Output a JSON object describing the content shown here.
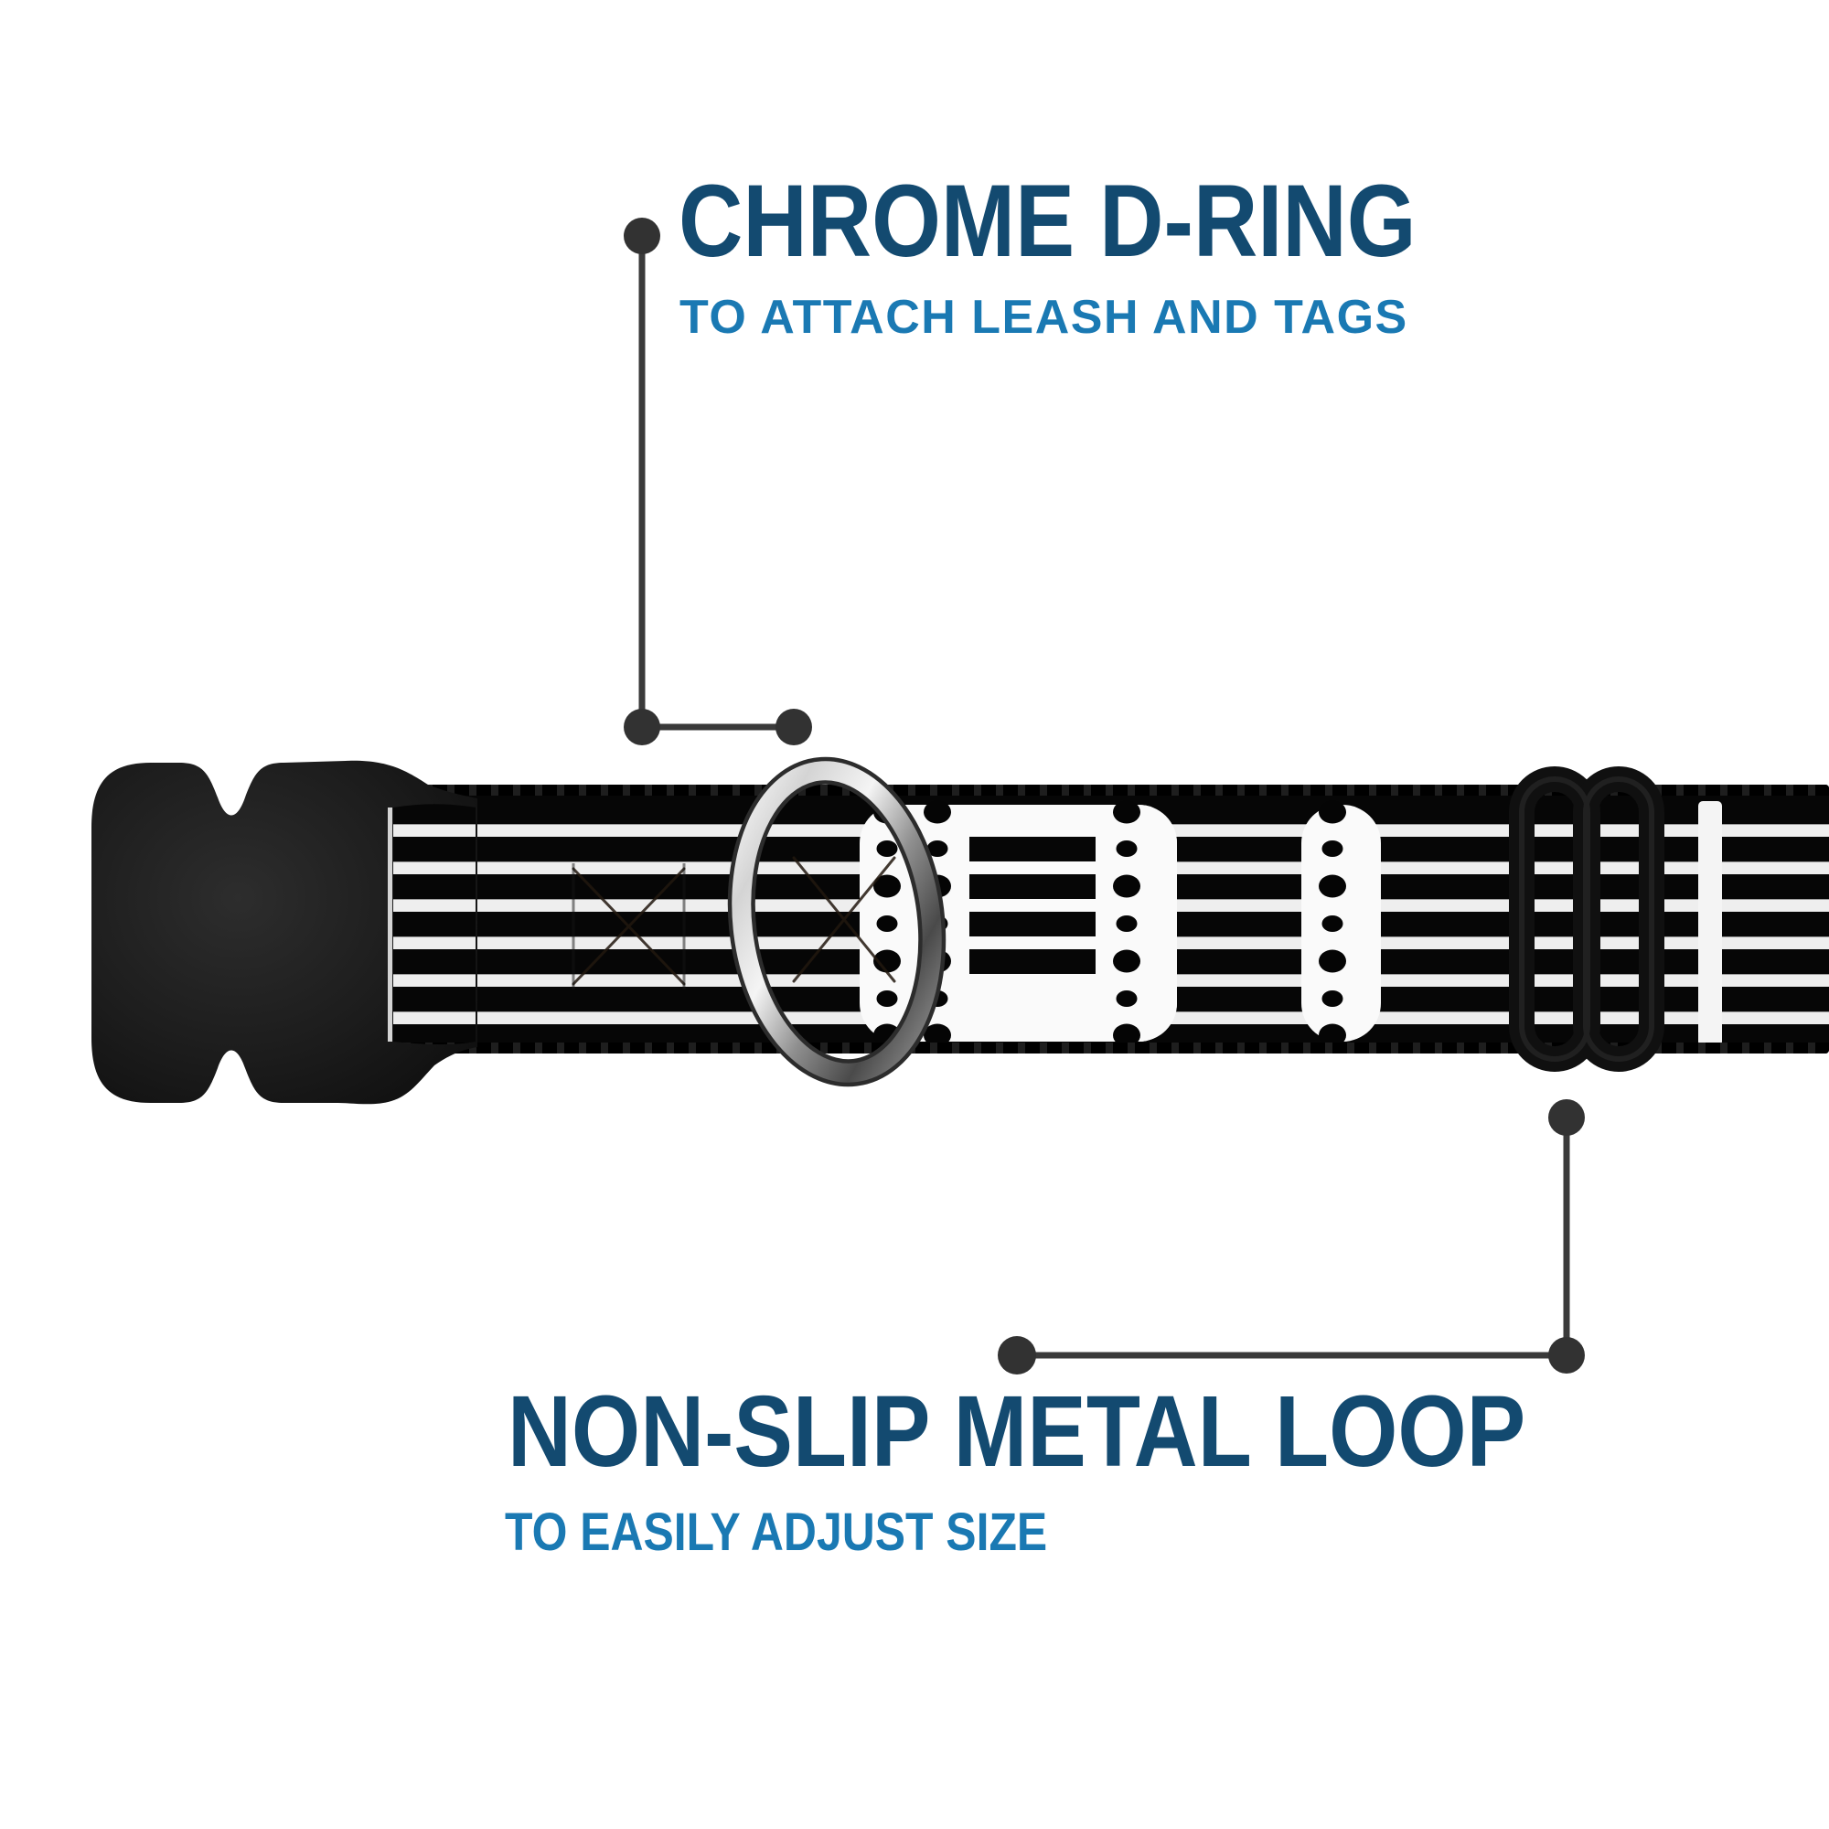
{
  "annotations": {
    "top": {
      "title": "CHROME D-RING",
      "subtitle": "TO ATTACH LEASH AND TAGS",
      "points_to": "chrome-d-ring"
    },
    "bottom": {
      "title": "NON-SLIP METAL LOOP",
      "subtitle": "TO EASILY ADJUST SIZE",
      "points_to": "metal-loop-slider"
    }
  },
  "product_parts": [
    {
      "name": "side-release-buckle",
      "color": "#1d1d1d"
    },
    {
      "name": "patterned-webbing",
      "description": "black webbing with white guitar strings, pickups and fret graphic",
      "stripe_count": 6
    },
    {
      "name": "chrome-d-ring",
      "finish": "polished chrome"
    },
    {
      "name": "metal-loop-slider",
      "color": "#121212"
    }
  ],
  "colors": {
    "background": "#ffffff",
    "title_navy": "#134a70",
    "subtitle_blue": "#1a79b3",
    "callout_gray": "#3a3a3a",
    "callout_dot": "#323232",
    "webbing_black": "#060606",
    "stripe_white": "#eeeeee",
    "pickup_white": "#fafafa",
    "dring_chrome_light": "#f5f5f5",
    "dring_chrome_dark": "#515151"
  }
}
